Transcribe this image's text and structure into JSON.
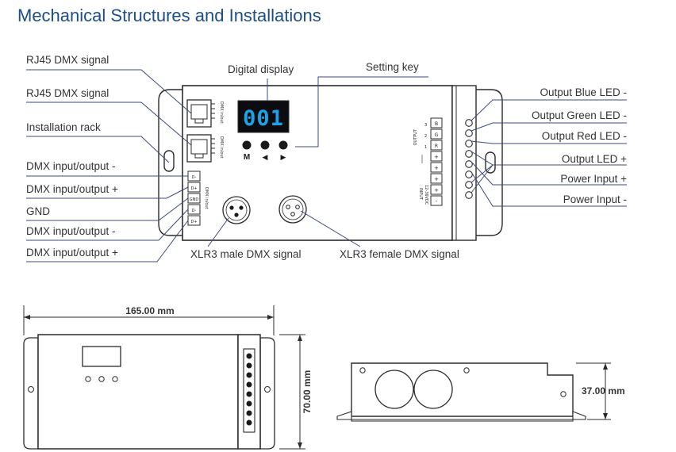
{
  "title": "Mechanical Structures and Installations",
  "colors": {
    "title": "#1d4e88",
    "line": "#3c4a78",
    "device": "#2b2b2b",
    "display_bg": "#0c0c10",
    "digits": "#1aa3e8"
  },
  "labels_left": [
    "RJ45 DMX signal",
    "RJ45 DMX signal",
    "Installation rack",
    "DMX input/output -",
    "DMX input/output +",
    "GND",
    "DMX input/output -",
    "DMX input/output +"
  ],
  "labels_right": [
    "Output Blue LED -",
    "Output Green LED -",
    "Output Red LED -",
    "Output LED +",
    "Power Input +",
    "Power Input -"
  ],
  "top_labels": {
    "display": "Digital display",
    "key": "Setting key"
  },
  "bottom_labels": {
    "xlr_male": "XLR3 male DMX signal",
    "xlr_female": "XLR3 female DMX signal"
  },
  "display_digits": "001",
  "key_marks": [
    "M",
    "◀",
    "▶"
  ],
  "left_terminal_labels": [
    "D-",
    "D+",
    "GND",
    "D-",
    "D+"
  ],
  "left_terminal_caption": "DMX in/out",
  "rj45_caption": "DMX in/out",
  "right_terminal_labels": [
    "B",
    "G",
    "R",
    "+",
    "+",
    "+",
    "+",
    "-"
  ],
  "right_output_caption": "OUTPUT",
  "right_output_numbers": [
    "3",
    "2",
    "1"
  ],
  "right_input_caption": "INPUT",
  "right_input_voltage": "12-36VDC",
  "dimensions": {
    "width": "165.00 mm",
    "height": "70.00 mm",
    "depth": "37.00 mm"
  }
}
